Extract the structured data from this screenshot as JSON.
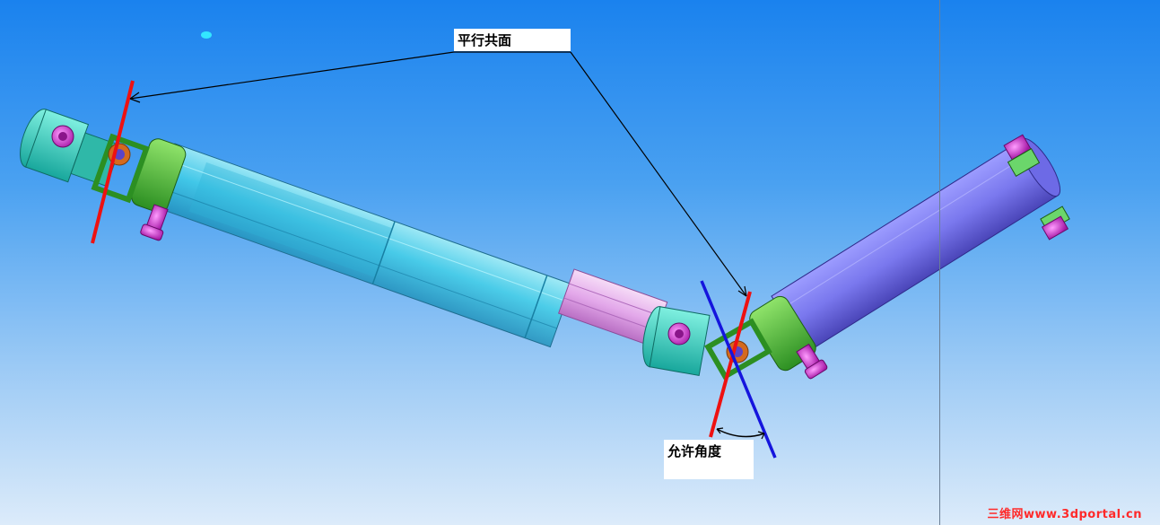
{
  "annotations": {
    "parallel_plane": "平行共面",
    "allowed_angle": "允许角度"
  },
  "watermark": "三维网www.3dportal.cn",
  "colors": {
    "background_top": "#1a82ee",
    "background_bottom": "#dcebfa",
    "cyan_parts": "#38d3c0",
    "green_collar": "#4fc23a",
    "magenta_bolts": "#d63bd6",
    "purple_tube": "#7a78ee",
    "pink_shaft": "#e8b6ee",
    "red_axis": "#ee1111",
    "blue_axis": "#1515dd"
  },
  "icons": [
    "universal-joint-icon",
    "bolt-icon"
  ]
}
